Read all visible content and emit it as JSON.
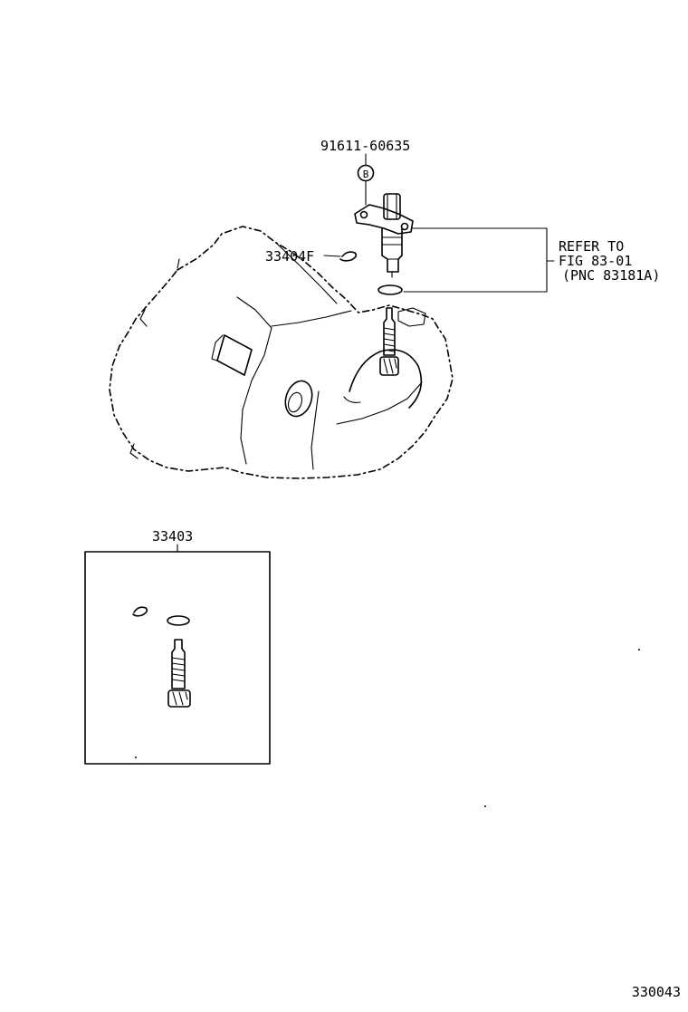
{
  "diagram": {
    "labels": {
      "bolt_part_no": "91611-60635",
      "bolt_marker": "B",
      "clip_part_no": "33404F",
      "kit_part_no": "33403",
      "figure_no": "330043"
    },
    "reference_note": {
      "line1": "REFER TO",
      "line2": "FIG 83-01",
      "line3": "(PNC 83181A)"
    }
  }
}
